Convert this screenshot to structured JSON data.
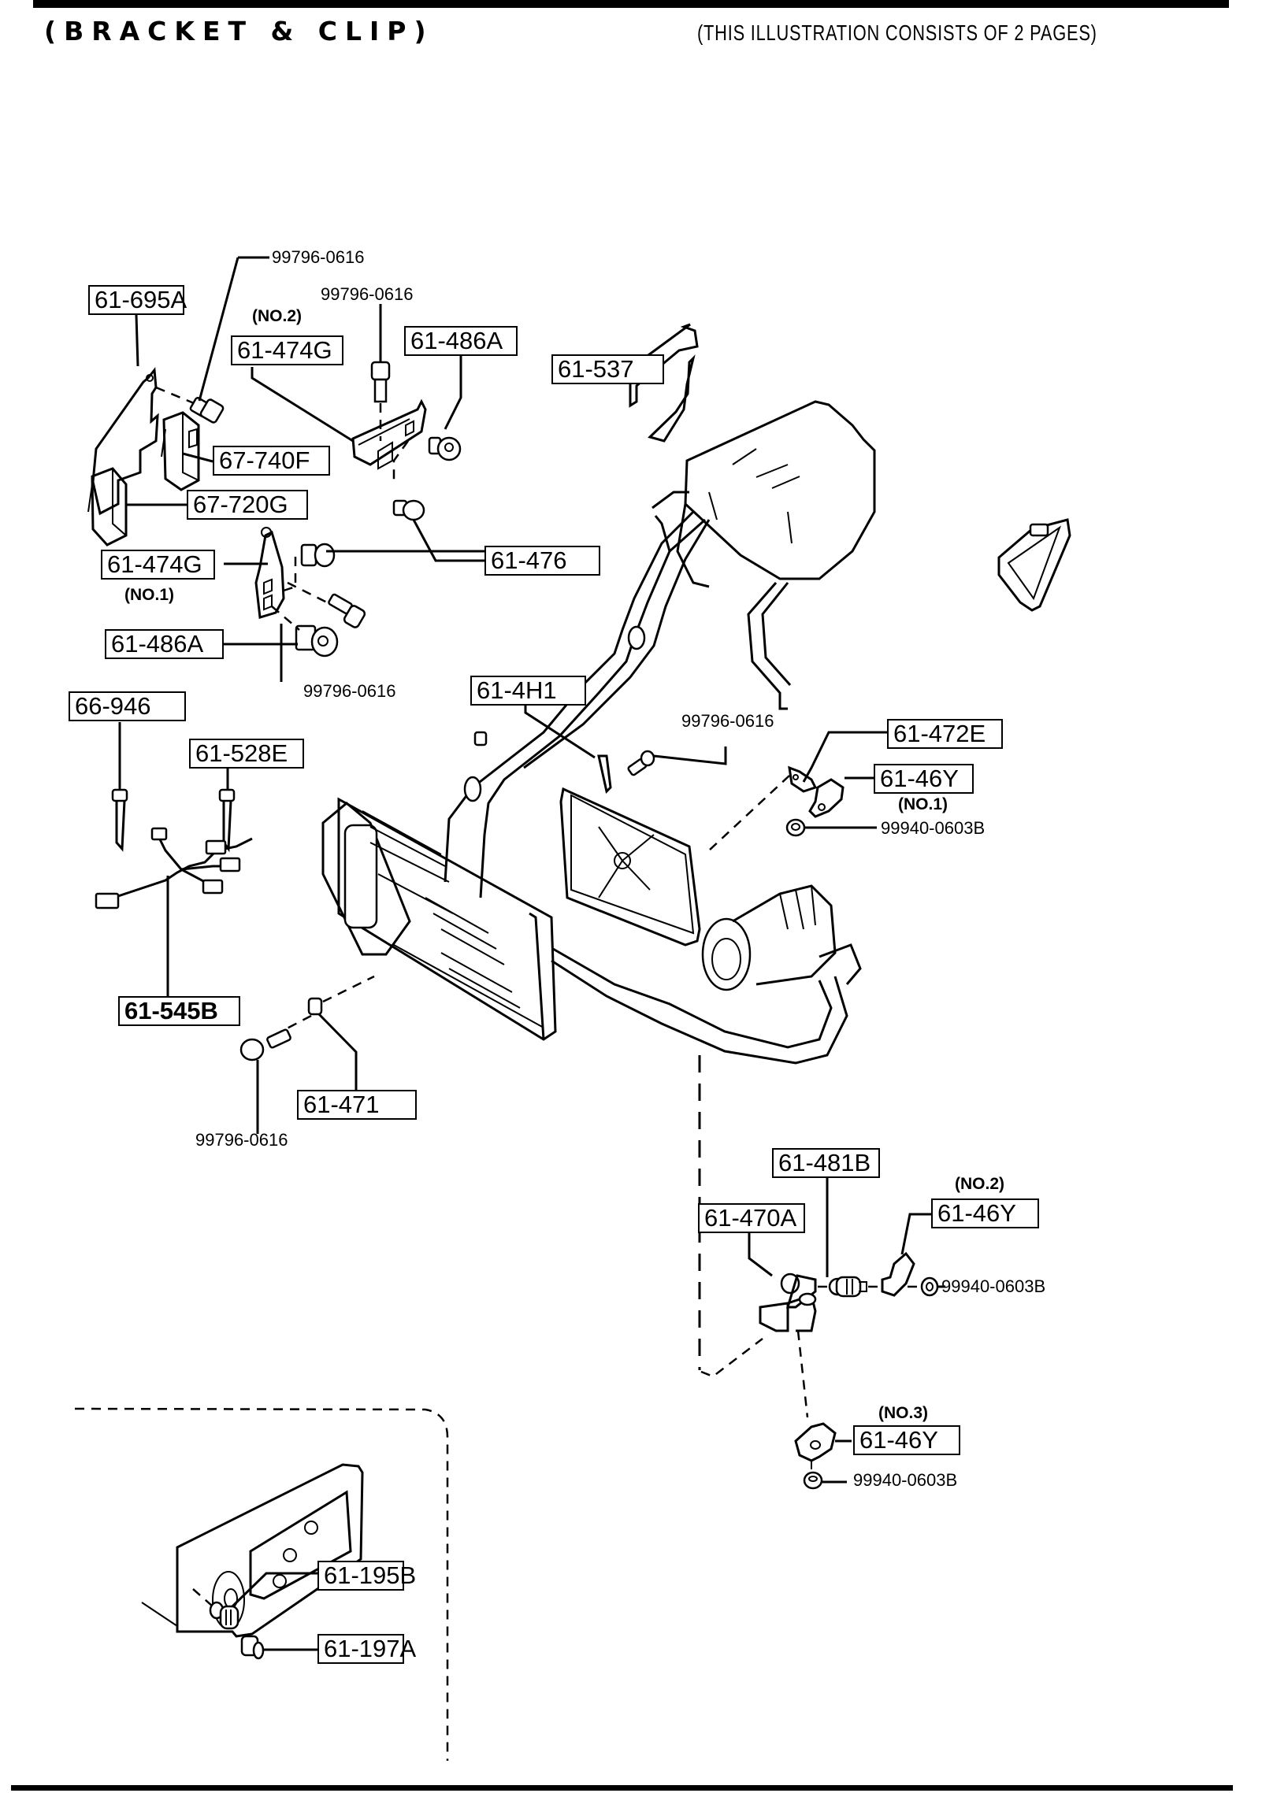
{
  "header": {
    "title": "(BRACKET & CLIP)",
    "subtitle": "(THIS ILLUSTRATION CONSISTS OF  2 PAGES)"
  },
  "parts": {
    "bracket_box_61_695A": "61-695A",
    "bolt_top": "99796-0616",
    "bolt_bracket_no2": "99796-0616",
    "bracket_no2_note": "(NO.2)",
    "bracket_no2": "61-474G",
    "clip_top": "61-486A",
    "band_61_537": "61-537",
    "relay_67_740F": "67-740F",
    "relay_67_720G": "67-720G",
    "clip_61_476": "61-476",
    "bracket_no1": "61-474G",
    "bracket_no1_note": "(NO.1)",
    "clip_lower": "61-486A",
    "bolt_left": "99796-0616",
    "pipe_bracket_61_4H1": "61-4H1",
    "clip_66_946": "66-946",
    "clip_61_528E": "61-528E",
    "bolt_center": "99796-0616",
    "bracket_61_472E": "61-472E",
    "clamp_no1": "61-46Y",
    "clamp_no1_note": "(NO.1)",
    "nut_no1": "99940-0603B",
    "harness_61_545B": "61-545B",
    "clip_61_471": "61-471",
    "bolt_bottom": "99796-0616",
    "bushing_61_481B": "61-481B",
    "clamp_no2_note": "(NO.2)",
    "clamp_no2": "61-46Y",
    "bracket_61_470A": "61-470A",
    "nut_no2": "99940-0603B",
    "clamp_no3_note": "(NO.3)",
    "clamp_no3": "61-46Y",
    "nut_no3": "99940-0603B",
    "knob_61_195B": "61-195B",
    "cap_61_197A": "61-197A"
  }
}
